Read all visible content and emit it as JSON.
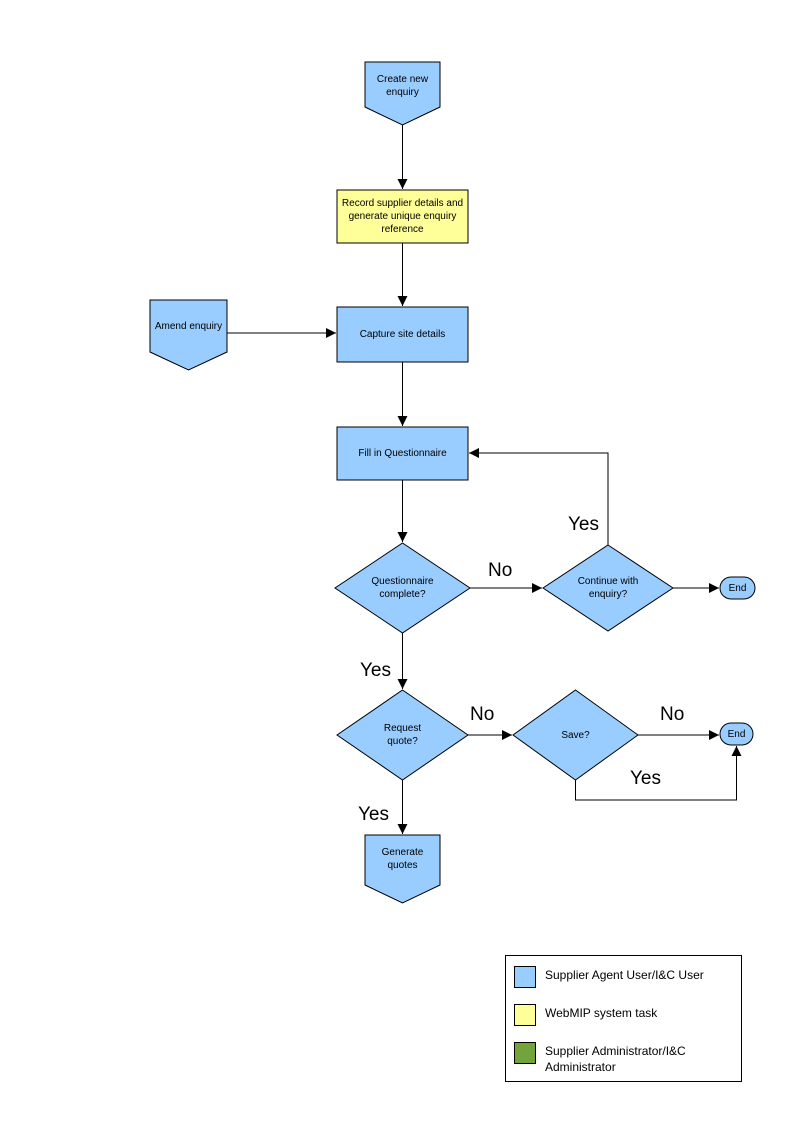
{
  "diagram": {
    "nodes": {
      "create_new_enquiry": {
        "label": "Create new enquiry",
        "color": "#99CCFF"
      },
      "record_supplier_details": {
        "label": "Record supplier details and generate unique enquiry reference",
        "color": "#FFFF99"
      },
      "amend_enquiry": {
        "label": "Amend enquiry",
        "color": "#99CCFF"
      },
      "capture_site_details": {
        "label": "Capture site details",
        "color": "#99CCFF"
      },
      "fill_in_questionnaire": {
        "label": "Fill in Questionnaire",
        "color": "#99CCFF"
      },
      "questionnaire_complete": {
        "label": "Questionnaire complete?",
        "color": "#99CCFF"
      },
      "continue_with_enquiry": {
        "label": "Continue with enquiry?",
        "color": "#99CCFF"
      },
      "end_top": {
        "label": "End",
        "color": "#99CCFF"
      },
      "request_quote": {
        "label": "Request quote?",
        "color": "#99CCFF"
      },
      "save": {
        "label": "Save?",
        "color": "#99CCFF"
      },
      "end_middle": {
        "label": "End",
        "color": "#99CCFF"
      },
      "generate_quotes": {
        "label": "Generate quotes",
        "color": "#99CCFF"
      }
    },
    "edge_labels": {
      "questionnaire_no": "No",
      "continue_yes": "Yes",
      "questionnaire_yes": "Yes",
      "request_no": "No",
      "save_no": "No",
      "save_yes": "Yes",
      "request_yes": "Yes"
    },
    "legend": {
      "items": [
        {
          "label": "Supplier Agent User/I&C User",
          "color": "#99CCFF"
        },
        {
          "label": "WebMIP system task",
          "color": "#FFFF99"
        },
        {
          "label": "Supplier Administrator/I&C Administrator",
          "color": "#74A33C"
        }
      ]
    },
    "colors": {
      "stroke": "#000000",
      "background": "#FFFFFF",
      "node_fill_blue": "#99CCFF",
      "node_fill_yellow": "#FFFF99",
      "legend_green": "#74A33C"
    }
  }
}
